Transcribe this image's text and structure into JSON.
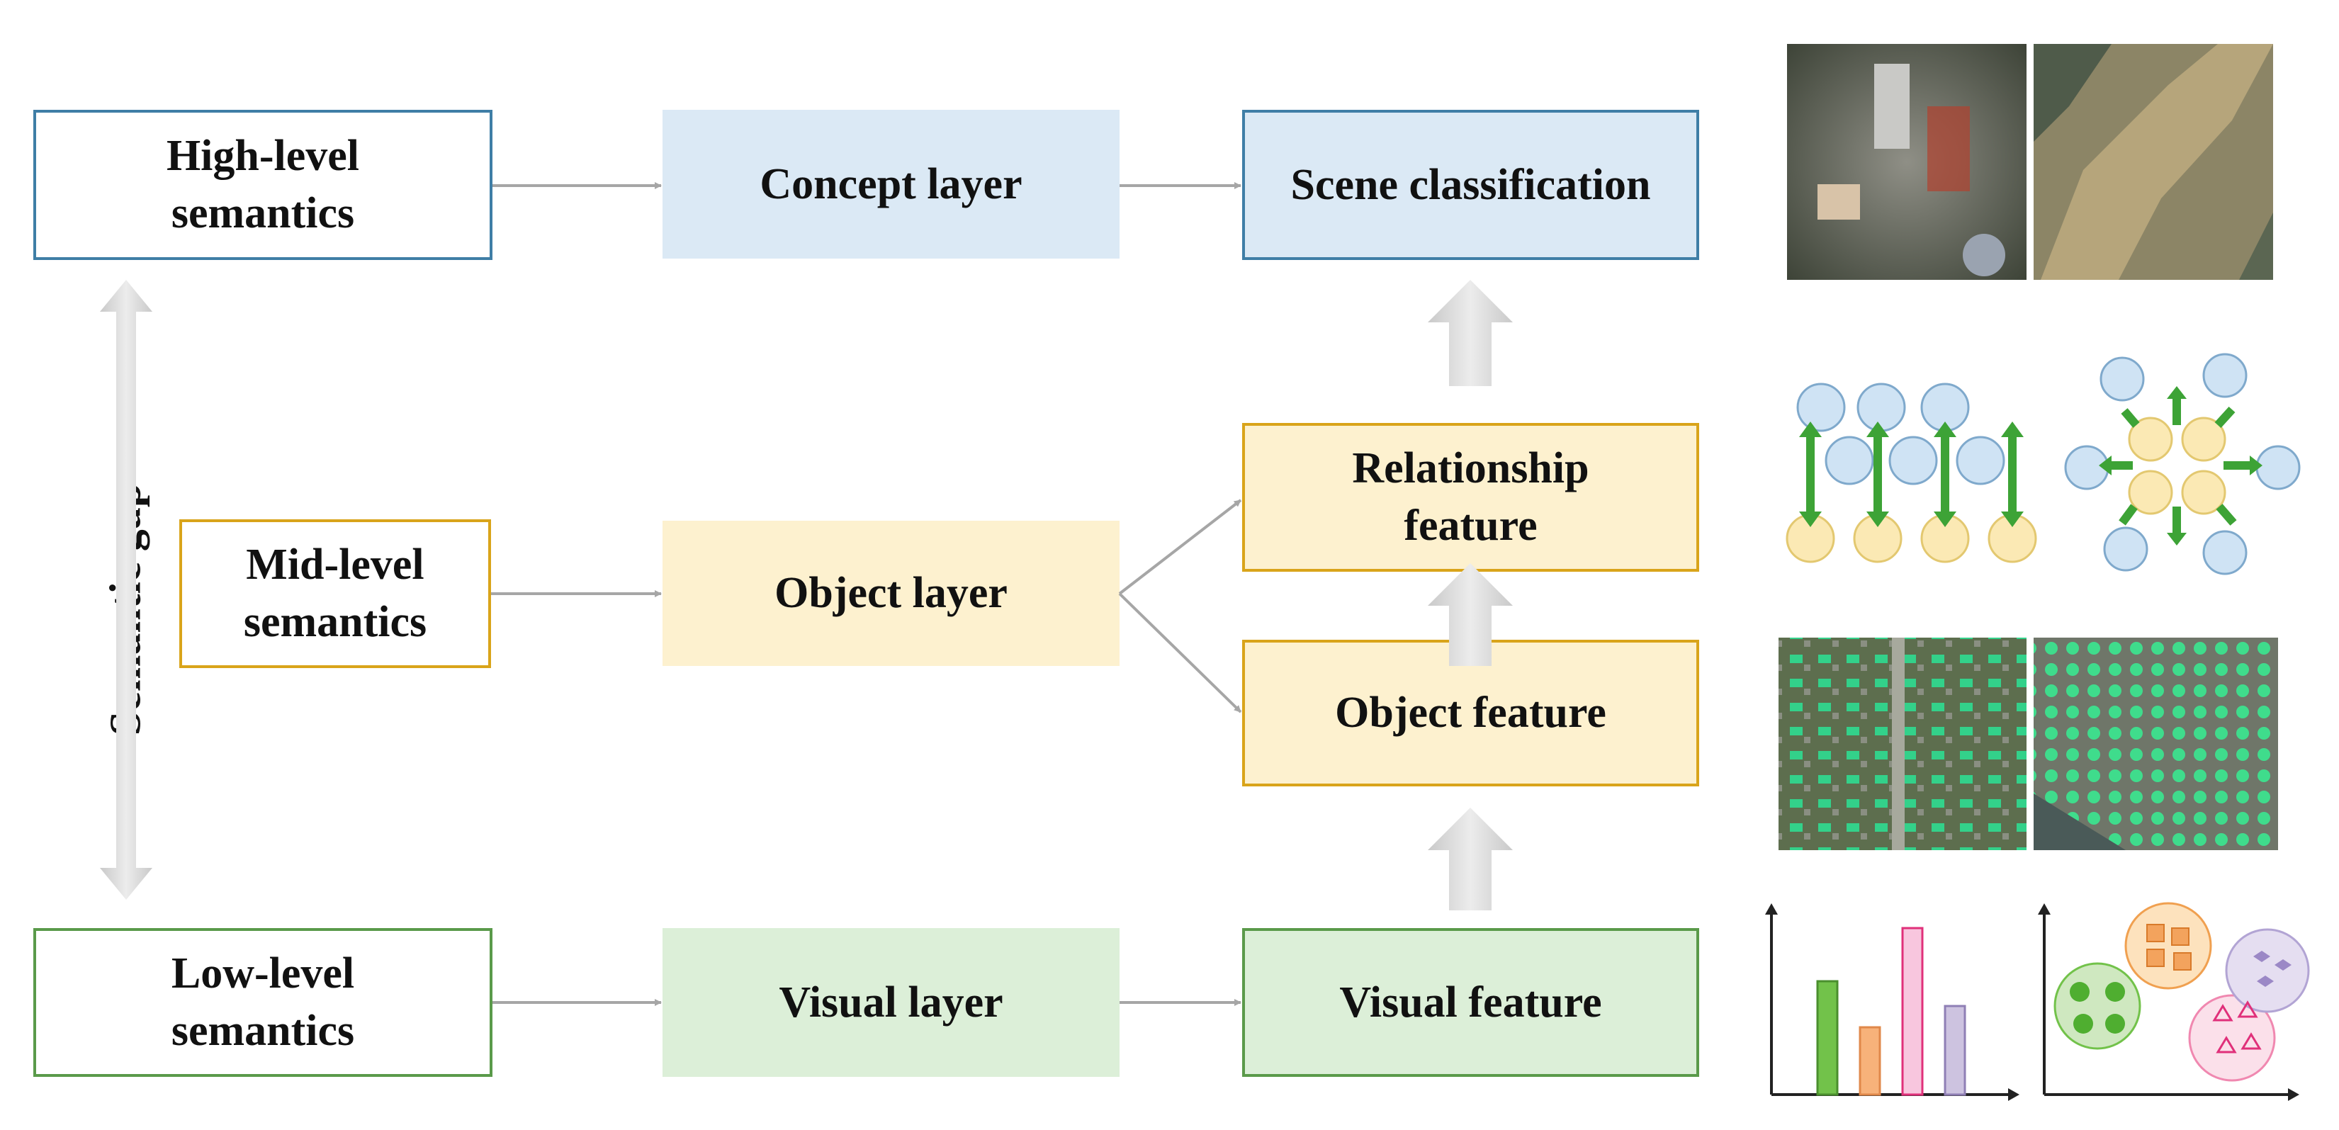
{
  "diagram": {
    "semantics": {
      "high": [
        "High-level",
        "semantics"
      ],
      "mid": [
        "Mid-level",
        "semantics"
      ],
      "low": [
        "Low-level",
        "semantics"
      ]
    },
    "semantic_gap": "Semantic gap",
    "layers": {
      "concept": "Concept layer",
      "object": "Object layer",
      "visual": "Visual layer"
    },
    "features": {
      "scene": "Scene classification",
      "relationship": [
        "Relationship",
        "feature"
      ],
      "object": "Object feature",
      "visual": "Visual feature"
    }
  },
  "colors": {
    "high_border": "#3f7ea6",
    "mid_border": "#d9a41a",
    "low_border": "#5a9a4a",
    "blue_fill": "#dbe9f5",
    "gold_fill": "#fdf1cf",
    "green_fill": "#dcefd8",
    "arrow_gray": "#a6a6a6",
    "relation_arrow": "#3da336",
    "circle_blue": "#cfe3f4",
    "circle_yellow": "#fbe9b4"
  },
  "illustrations": [
    "aerial-scene-images",
    "object-relationship-graphs",
    "aerial-object-images",
    "feature-histogram-and-clusters"
  ]
}
